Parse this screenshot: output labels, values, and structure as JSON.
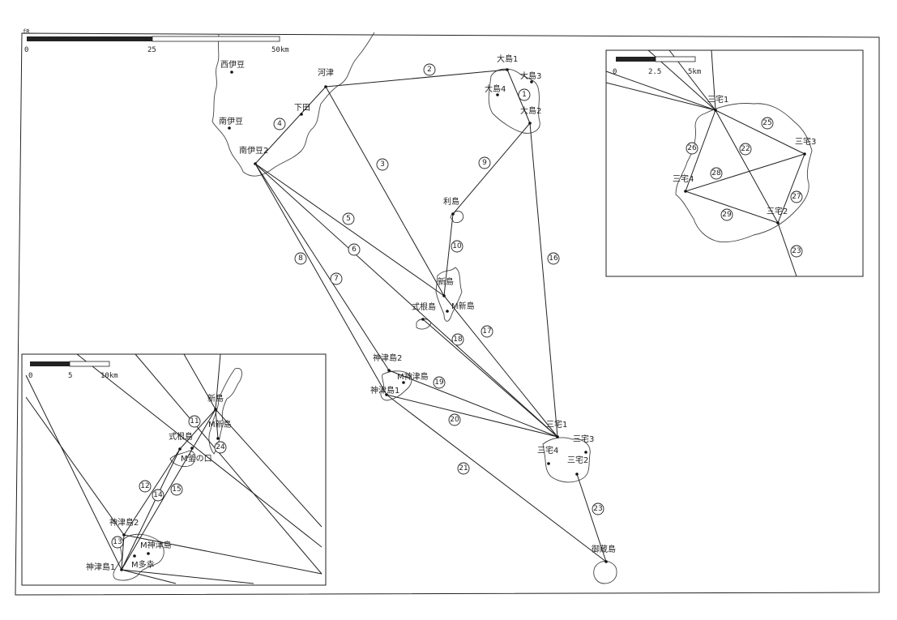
{
  "main_map": {
    "scale_bar": {
      "ticks": [
        "0",
        "25",
        "50km"
      ],
      "corner_mark": "fR"
    },
    "nodes": [
      "西伊豆",
      "南伊豆",
      "南伊豆2",
      "河津",
      "下田",
      "大島1",
      "大島2",
      "大島3",
      "大島4",
      "利島",
      "新島",
      "M新島",
      "式根島",
      "神津島2",
      "神津島1",
      "M神津島",
      "三宅1",
      "三宅2",
      "三宅3",
      "三宅4",
      "御蔵島"
    ],
    "edges": [
      {
        "label": "1",
        "from": "大島1",
        "to": "大島2"
      },
      {
        "label": "2",
        "from": "河津",
        "to": "大島1"
      },
      {
        "label": "3",
        "from": "河津",
        "to": "新島"
      },
      {
        "label": "4",
        "from": "南伊豆2",
        "to": "河津"
      },
      {
        "label": "5",
        "from": "南伊豆2",
        "to": "新島"
      },
      {
        "label": "6",
        "from": "南伊豆2",
        "to": "三宅1"
      },
      {
        "label": "7",
        "from": "南伊豆2",
        "to": "神津島2"
      },
      {
        "label": "8",
        "from": "南伊豆2",
        "to": "神津島1"
      },
      {
        "label": "9",
        "from": "大島2",
        "to": "利島"
      },
      {
        "label": "10",
        "from": "利島",
        "to": "新島"
      },
      {
        "label": "16",
        "from": "大島2",
        "to": "三宅1"
      },
      {
        "label": "17",
        "from": "新島",
        "to": "三宅1"
      },
      {
        "label": "18",
        "from": "式根島",
        "to": "三宅1"
      },
      {
        "label": "19",
        "from": "神津島2",
        "to": "三宅1"
      },
      {
        "label": "20",
        "from": "神津島1",
        "to": "三宅1"
      },
      {
        "label": "21",
        "from": "神津島1",
        "to": "御蔵島"
      },
      {
        "label": "23",
        "from": "三宅2",
        "to": "御蔵島"
      }
    ]
  },
  "miyake_inset": {
    "scale_bar": {
      "ticks": [
        "0",
        "2.5",
        "5km"
      ]
    },
    "nodes": [
      "三宅1",
      "三宅2",
      "三宅3",
      "三宅4"
    ],
    "edges": [
      {
        "label": "22",
        "from": "三宅1",
        "to": "三宅2"
      },
      {
        "label": "25",
        "from": "三宅1",
        "to": "三宅3"
      },
      {
        "label": "26",
        "from": "三宅1",
        "to": "三宅4"
      },
      {
        "label": "27",
        "from": "三宅3",
        "to": "三宅2"
      },
      {
        "label": "28",
        "from": "三宅4",
        "to": "三宅3"
      },
      {
        "label": "29",
        "from": "三宅4",
        "to": "三宅2"
      },
      {
        "label": "23",
        "from": "三宅2",
        "to": "御蔵島"
      }
    ]
  },
  "kozu_inset": {
    "scale_bar": {
      "ticks": [
        "0",
        "5",
        "10km"
      ]
    },
    "nodes": [
      "新島",
      "M新島",
      "式根島",
      "M釜の口",
      "神津島2",
      "神津島1",
      "M神津島",
      "M多幸"
    ],
    "edges": [
      {
        "label": "11",
        "from": "新島",
        "to": "式根島"
      },
      {
        "label": "12",
        "from": "式根島",
        "to": "神津島2"
      },
      {
        "label": "13",
        "from": "神津島2",
        "to": "神津島1"
      },
      {
        "label": "14",
        "from": "式根島",
        "to": "神津島1"
      },
      {
        "label": "15",
        "from": "新島",
        "to": "神津島1"
      },
      {
        "label": "24",
        "from": "新島",
        "to": "M新島"
      }
    ]
  }
}
